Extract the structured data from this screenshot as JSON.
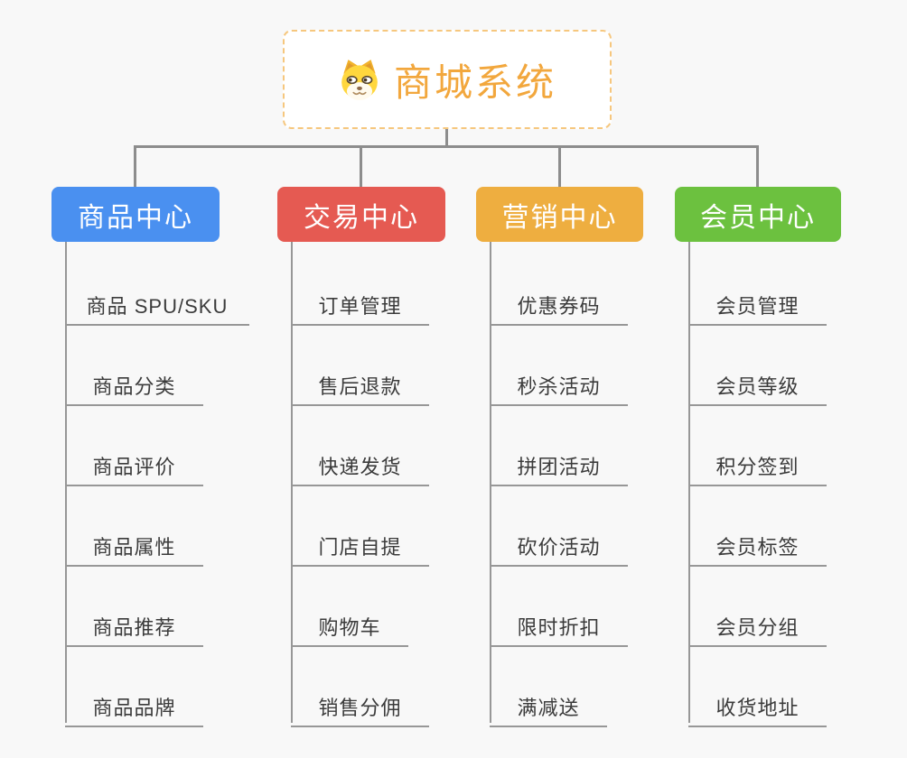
{
  "canvas": {
    "background": "#f8f8f8",
    "connector_color": "#8d8d8d",
    "leaf_line_color": "#979797",
    "leaf_text_color": "#3b3b3b"
  },
  "root": {
    "title": "商城系统",
    "icon": "dog-face-icon",
    "title_color": "#f2a73d",
    "border_color": "#f6c77e",
    "background": "#ffffff"
  },
  "branches": [
    {
      "label": "商品中心",
      "color": "#4a90f0",
      "children": [
        "商品 SPU/SKU",
        "商品分类",
        "商品评价",
        "商品属性",
        "商品推荐",
        "商品品牌"
      ]
    },
    {
      "label": "交易中心",
      "color": "#e55a52",
      "children": [
        "订单管理",
        "售后退款",
        "快递发货",
        "门店自提",
        "购物车",
        "销售分佣"
      ]
    },
    {
      "label": "营销中心",
      "color": "#eeae40",
      "children": [
        "优惠券码",
        "秒杀活动",
        "拼团活动",
        "砍价活动",
        "限时折扣",
        "满减送"
      ]
    },
    {
      "label": "会员中心",
      "color": "#6cc13f",
      "children": [
        "会员管理",
        "会员等级",
        "积分签到",
        "会员标签",
        "会员分组",
        "收货地址"
      ]
    }
  ]
}
